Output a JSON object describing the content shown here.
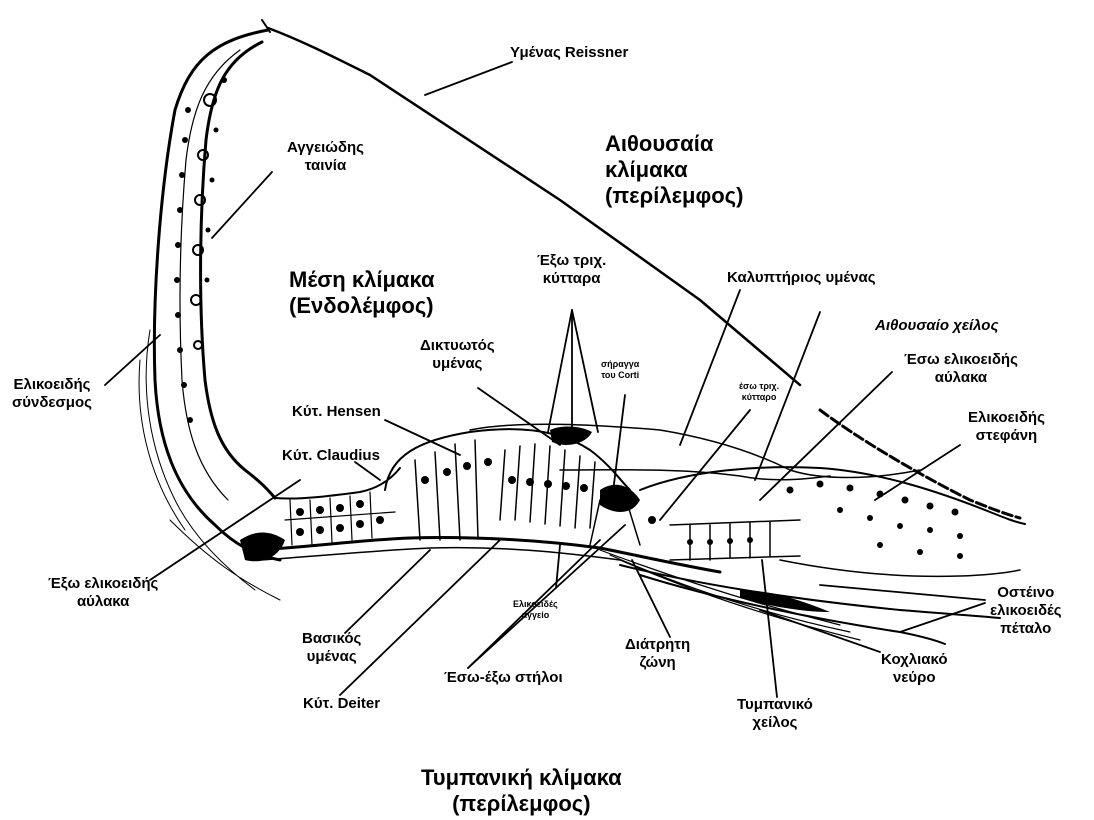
{
  "labels": {
    "reissner": "Υμένας Reissner",
    "stria_1": "Αγγειώδης",
    "stria_2": "ταινία",
    "vestibuli_1": "Αιθουσαία",
    "vestibuli_2": "κλίμακα",
    "vestibuli_3": "(περίλεμφος)",
    "media_1": "Μέση κλίμακα",
    "media_2": "(Ενδολέμφος)",
    "outer_hair_1": "Έξω τριχ.",
    "outer_hair_2": "κύτταρα",
    "tectorial": "Καλυπτήριος υμένας",
    "vest_lip": "Αιθουσαίο χείλος",
    "inner_sulcus_1": "Έσω ελικοειδής",
    "inner_sulcus_2": "αύλακα",
    "limbus_1": "Ελικοειδής",
    "limbus_2": "στεφάνη",
    "reticular_1": "Δικτυωτός",
    "reticular_2": "υμένας",
    "tunnel_1": "σήραγγα",
    "tunnel_2": "του Corti",
    "inner_hair_1": "έσω τριχ.",
    "inner_hair_2": "κύτταρο",
    "spiral_lig_1": "Ελικοειδής",
    "spiral_lig_2": "σύνδεσμος",
    "hensen": "Κύτ. Hensen",
    "claudius": "Κύτ. Claudius",
    "outer_sulcus_1": "Έξω ελικοειδής",
    "outer_sulcus_2": "αύλακα",
    "spiral_vessel_1": "Ελικοειδές",
    "spiral_vessel_2": "αγγείο",
    "basilar_1": "Βασικός",
    "basilar_2": "υμένας",
    "deiter": "Κύτ. Deiter",
    "pillars": "Έσω-έξω στήλοι",
    "habenula_1": "Διάτρητη",
    "habenula_2": "ζώνη",
    "tymp_lip_1": "Τυμπανικό",
    "tymp_lip_2": "χείλος",
    "nerve_1": "Κοχλιακό",
    "nerve_2": "νεύρο",
    "osseous_1": "Οστέινο",
    "osseous_2": "ελικοειδές",
    "osseous_3": "πέταλο",
    "tympani_1": "Τυμπανική κλίμακα",
    "tympani_2": "(περίλεμφος)"
  }
}
